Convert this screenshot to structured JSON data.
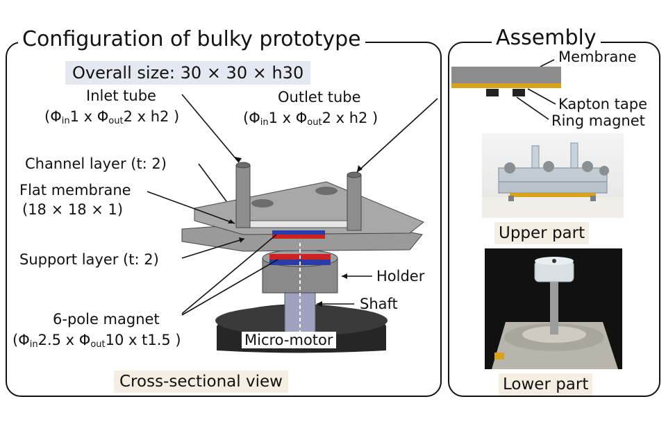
{
  "left_panel": {
    "title": "Configuration of bulky prototype",
    "overall_size": "Overall size: 30 × 30 × h30",
    "caption": "Cross-sectional view",
    "labels": {
      "inlet_tube": "Inlet tube",
      "inlet_dims": {
        "open": "(Φ",
        "in": "in",
        "mid": "1 x Φ",
        "out": "out",
        "close": "2 x h2 )"
      },
      "outlet_tube": "Outlet tube",
      "outlet_dims": {
        "open": "(Φ",
        "in": "in",
        "mid": "1 x Φ",
        "out": "out",
        "close": "2 x h2 )"
      },
      "channel_layer": "Channel layer (t: 2)",
      "flat_membrane": "Flat membrane",
      "flat_membrane_dims": "(18 × 18 × 1)",
      "support_layer": "Support layer (t: 2)",
      "holder": "Holder",
      "shaft": "Shaft",
      "magnet": "6-pole magnet",
      "magnet_dims": {
        "open": "(Φ",
        "in": "in",
        "mid": "2.5 x Φ",
        "out": "out",
        "close": "10 x t1.5 )"
      },
      "micro_motor": "Micro-motor"
    }
  },
  "right_panel": {
    "title": "Assembly",
    "labels": {
      "membrane": "Membrane",
      "kapton_tape": "Kapton tape",
      "ring_magnet": "Ring magnet"
    },
    "upper_caption": "Upper part",
    "lower_caption": "Lower part"
  },
  "colors": {
    "magnet_red": "#cc2222",
    "magnet_blue": "#2a3ca8",
    "kapton": "#d9a21b",
    "membrane_gray": "#8c8c8c",
    "caption_bg": "#f4efe2",
    "size_bg": "#e4e8f0"
  }
}
